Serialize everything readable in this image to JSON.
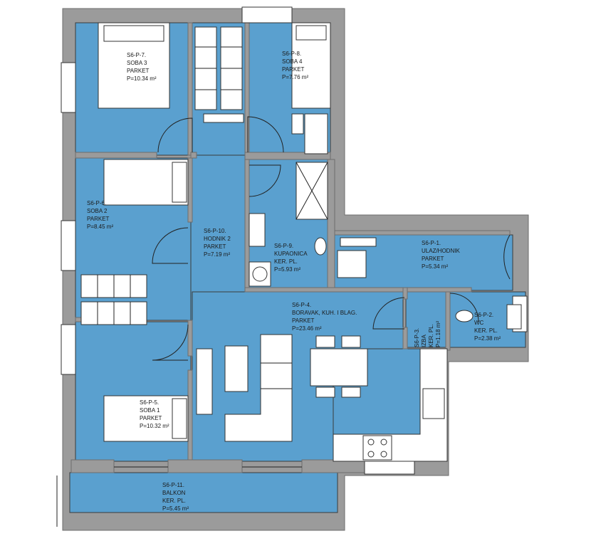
{
  "rooms": [
    {
      "code": "S6-P-7.",
      "name": "SOBA 3",
      "floor": "PARKET",
      "area": "P=10.34 m²"
    },
    {
      "code": "S6-P-8.",
      "name": "SOBA 4",
      "floor": "PARKET",
      "area": "P=7.76 m²"
    },
    {
      "code": "S6-P-6.",
      "name": "SOBA 2",
      "floor": "PARKET",
      "area": "P=8.45 m²"
    },
    {
      "code": "S6-P-10.",
      "name": "HODNIK 2",
      "floor": "PARKET",
      "area": "P=7.19 m²"
    },
    {
      "code": "S6-P-9.",
      "name": "KUPAONICA",
      "floor": "KER. PL.",
      "area": "P=5.93 m²"
    },
    {
      "code": "S6-P-1.",
      "name": "ULAZ/HODNIK",
      "floor": "PARKET",
      "area": "P=5.34 m²"
    },
    {
      "code": "S6-P-4.",
      "name": "BORAVAK, KUH. I BLAG.",
      "floor": "PARKET",
      "area": "P=23.46 m²"
    },
    {
      "code": "S6-P-3.",
      "name": "IZBA",
      "floor": "KER. PL.",
      "area": "P=1.18 m²"
    },
    {
      "code": "S6-P-2.",
      "name": "WC",
      "floor": "KER. PL.",
      "area": "P=2.38 m²"
    },
    {
      "code": "S6-P-5.",
      "name": "SOBA 1",
      "floor": "PARKET",
      "area": "P=10.32 m²"
    },
    {
      "code": "S6-P-11.",
      "name": "BALKON",
      "floor": "KER. PL.",
      "area": "P=5.45 m²"
    }
  ],
  "colors": {
    "floor": "#5aa0cf",
    "wall": "#9b9b9b"
  }
}
